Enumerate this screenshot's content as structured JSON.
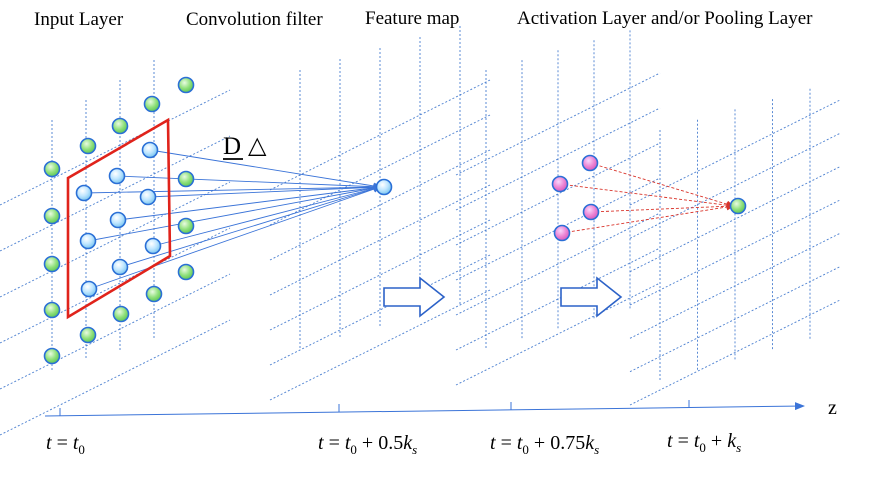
{
  "headers": {
    "input_layer": "Input Layer",
    "convolution_filter": "Convolution filter",
    "feature_map": "Feature map",
    "activation_pooling": "Activation Layer and/or Pooling Layer"
  },
  "operator_label": {
    "symbol": "D",
    "triangle": "△"
  },
  "axis": {
    "label": "z"
  },
  "time_labels": {
    "t0": {
      "var": "t",
      "eq": " = ",
      "sym": "t",
      "sub": "0",
      "plus": "",
      "coef": "",
      "k": "",
      "ksub": ""
    },
    "t_half": {
      "var": "t",
      "eq": " = ",
      "sym": "t",
      "sub": "0",
      "plus": " + ",
      "coef": "0.5",
      "k": "k",
      "ksub": "s"
    },
    "t_three_quarter": {
      "var": "t",
      "eq": " = ",
      "sym": "t",
      "sub": "0",
      "plus": " + ",
      "coef": "0.75",
      "k": "k",
      "ksub": "s"
    },
    "t_full": {
      "var": "t",
      "eq": " = ",
      "sym": "t",
      "sub": "0",
      "plus": " + ",
      "coef": "",
      "k": "k",
      "ksub": "s"
    }
  },
  "colors": {
    "grid": "#4a7fd0",
    "neuron_green": "#8fe07a",
    "neuron_pink": "#f09ad8",
    "neuron_border": "#2a6fd6",
    "filter_frame": "#e0231b",
    "red_connection": "#d9342b",
    "blue_connection": "#3b74d8"
  }
}
